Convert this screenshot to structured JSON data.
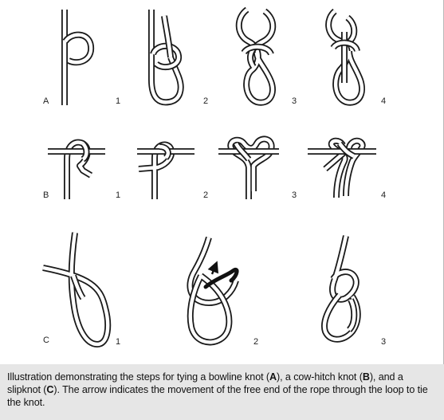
{
  "rows": [
    {
      "id": "A",
      "label": "A",
      "steps": [
        "1",
        "2",
        "3",
        "4"
      ]
    },
    {
      "id": "B",
      "label": "B",
      "steps": [
        "1",
        "2",
        "3",
        "4"
      ]
    },
    {
      "id": "C",
      "label": "C",
      "steps": [
        "1",
        "2",
        "3"
      ]
    }
  ],
  "caption": {
    "t1": "Illustration demonstrating the steps for tying a bowline knot (",
    "b1": "A",
    "t2": "), a cow-hitch knot (",
    "b2": "B",
    "t3": "), and a slipknot (",
    "b3": "C",
    "t4": "). The arrow indicates the movement of the free end of the rope through the loop to tie the knot."
  },
  "colors": {
    "rope_outline": "#1a1a1a",
    "rope_fill": "#ffffff",
    "caption_bg": "#e6e6e6"
  }
}
